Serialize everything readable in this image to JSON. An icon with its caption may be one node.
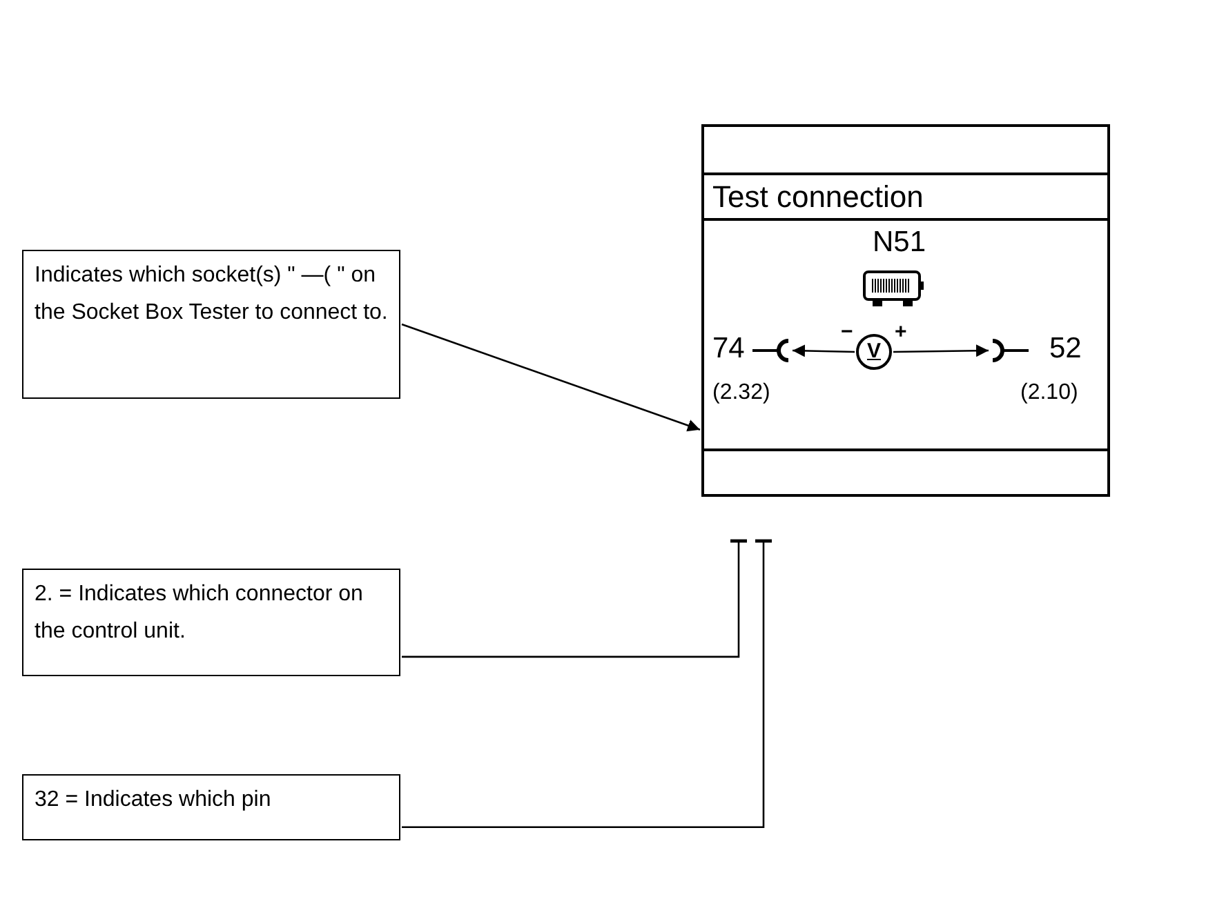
{
  "diagram": {
    "nodes": [
      {
        "text": [
          "Test connection"
        ]
      },
      {
        "text": [],
        "shape": "socket",
        "in": 0
      },
      {
        "text": [
          "V"
        ],
        "in": 0,
        "beside": [
          "−",
          "+"
        ]
      },
      {
        "text": [],
        "shape": "socket",
        "in": 0
      },
      {
        "text": [
          "Indicates which socket(s) \" —( \" on the Socket Box Tester to connect to."
        ]
      },
      {
        "text": [
          "2. = Indicates which connector on the control unit."
        ]
      },
      {
        "text": [
          "32 = Indicates which pin"
        ]
      }
    ],
    "edges": [
      {
        "from": 4,
        "to": 0,
        "arrow": "to"
      },
      {
        "from": 2,
        "to": 1,
        "arrow": "to"
      },
      {
        "from": 2,
        "to": 3,
        "arrow": "to"
      },
      {
        "from": 5,
        "to": null,
        "arrow": "other"
      },
      {
        "from": 6,
        "to": null,
        "arrow": "other"
      }
    ],
    "labels": [
      "N51",
      "74",
      "52",
      "(2.32)",
      "(2.10)"
    ]
  }
}
